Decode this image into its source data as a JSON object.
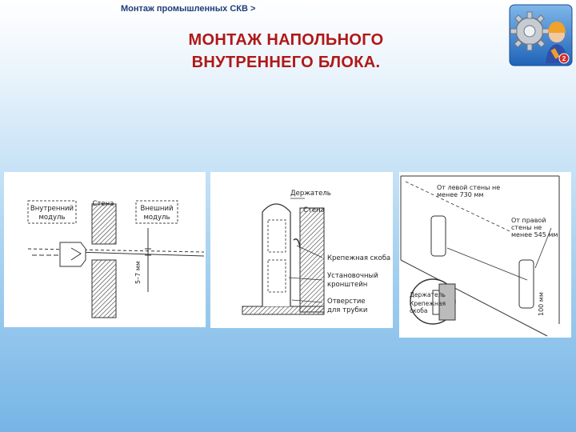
{
  "breadcrumb": "Монтаж промышленных СКВ >",
  "title_line1": "МОНТАЖ НАПОЛЬНОГО",
  "title_line2": "ВНУТРЕННЕГО БЛОКА.",
  "logo": {
    "badge": "2",
    "icon": "gear-worker-icon"
  },
  "fig1": {
    "inner_module": [
      "Внутренний",
      "модуль"
    ],
    "wall": "Стена",
    "outer_module": [
      "Внешний",
      "модуль"
    ],
    "slope": "5–7 мм"
  },
  "fig2": {
    "holder": "Держатель",
    "wall": "Стена",
    "bracket_label": "Крепежная скоба",
    "mount_bracket": [
      "Установочный",
      "кронштейн"
    ],
    "hole": [
      "Отверстие",
      "для трубки"
    ]
  },
  "fig3": {
    "left_wall": [
      "От левой стены не",
      "менее 730 мм"
    ],
    "right_wall": [
      "От правой",
      "стены не",
      "менее 545 мм"
    ],
    "holder": [
      "Держатель",
      "Крепежная",
      "скоба"
    ],
    "height": "100 мм"
  }
}
